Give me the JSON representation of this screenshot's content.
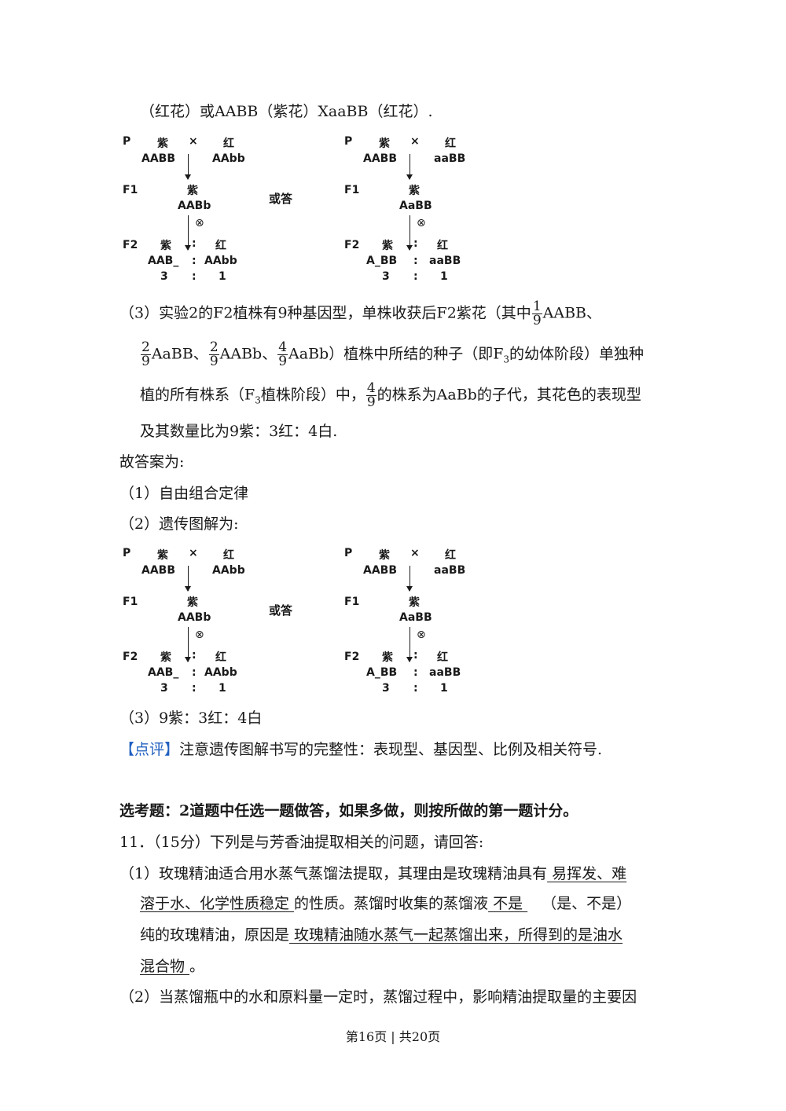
{
  "top_line": "（红花）或AABB（紫花）XaaBB（红花）.",
  "diagram_or": "或答",
  "diagram_left": {
    "p_label": "P",
    "p_left": "紫",
    "cross": "×",
    "p_right": "红",
    "p_left_geno": "AABB",
    "p_right_geno": "AAbb",
    "f1_label": "F1",
    "f1_pheno": "紫",
    "f1_geno": "AABb",
    "self_symbol": "⊗",
    "f2_label": "F2",
    "f2_left": "紫",
    "colon": ":",
    "f2_right": "红",
    "f2_left_geno": "AAB_",
    "f2_right_geno": "AAbb",
    "ratio_left": "3",
    "ratio_right": "1"
  },
  "diagram_right": {
    "p_label": "P",
    "p_left": "紫",
    "cross": "×",
    "p_right": "红",
    "p_left_geno": "AABB",
    "p_right_geno": "aaBB",
    "f1_label": "F1",
    "f1_pheno": "紫",
    "f1_geno": "AaBB",
    "self_symbol": "⊗",
    "f2_label": "F2",
    "f2_left": "紫",
    "colon": ":",
    "f2_right": "红",
    "f2_left_geno": "A_BB",
    "f2_right_geno": "aaBB",
    "ratio_left": "3",
    "ratio_right": "1"
  },
  "part3": {
    "l1_a": "（3）实验2的F2植株有9种基因型，单株收获后F2紫花（其中",
    "frac1_num": "1",
    "frac1_den": "9",
    "l1_b": "AABB、",
    "frac2_num": "2",
    "frac2_den": "9",
    "l2_a": "AaBB、",
    "frac3_num": "2",
    "frac3_den": "9",
    "l2_b": "AABb、",
    "frac4_num": "4",
    "frac4_den": "9",
    "l2_c": "AaBb）植株中所结的种子（即F",
    "sub3": "3",
    "l2_d": "的幼体阶段）单独种",
    "l3_a": "植的所有株系（F",
    "l3_sub": "3",
    "l3_b": "植株阶段）中，",
    "frac5_num": "4",
    "frac5_den": "9",
    "l3_c": "的株系为AaBb的子代，其花色的表现型",
    "l4": "及其数量比为9紫：3红：4白."
  },
  "answer_intro": "故答案为:",
  "answer1": "（1）自由组合定律",
  "answer2": "（2）遗传图解为:",
  "answer3": "（3）9紫：3红：4白",
  "comment_tag": "【点评】",
  "comment_text": "注意遗传图解书写的完整性：表现型、基因型、比例及相关符号.",
  "elective_heading": "选考题：2道题中任选一题做答，如果多做，则按所做的第一题计分。",
  "q11_stem": "11．（15分）下列是与芳香油提取相关的问题，请回答:",
  "q11_p1": {
    "a": "（1）玫瑰精油适合用水蒸气蒸馏法提取，其理由是玫瑰精油具有",
    "ans1a": "  易挥发、难",
    "ans1b": "溶于水、化学性质稳定  ",
    "b": "的性质。蒸馏时收集的蒸馏液",
    "ans2": "  不是   ",
    "c": "（是、不是）",
    "d": "纯的玫瑰精油，原因是",
    "ans3a": "  玫瑰精油随水蒸气一起蒸馏出来，所得到的是油水",
    "ans3b": "混合物  ",
    "e": "。"
  },
  "q11_p2": "（2）当蒸馏瓶中的水和原料量一定时，蒸馏过程中，影响精油提取量的主要因",
  "footer": "第16页 | 共20页"
}
